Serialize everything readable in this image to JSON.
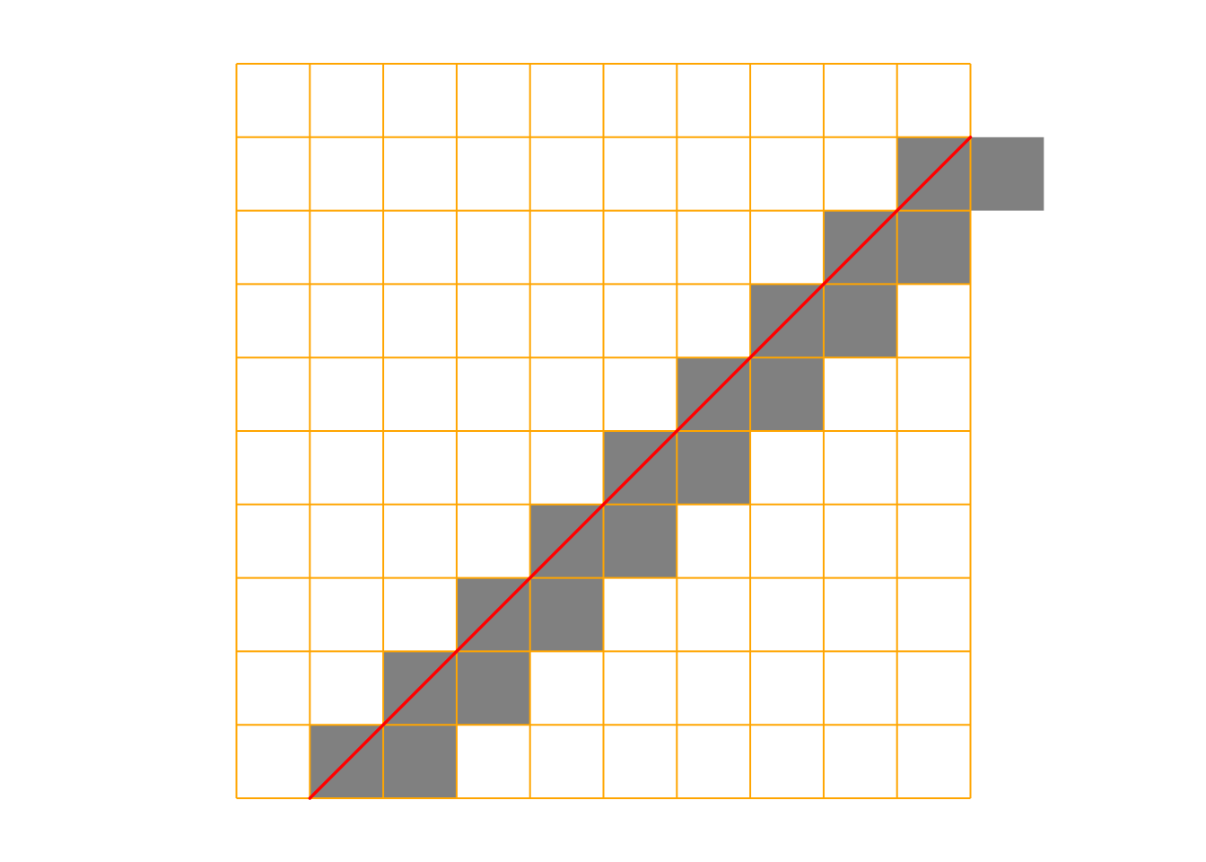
{
  "grid": {
    "columns": 10,
    "rows": 10,
    "line_color": "#FFA500",
    "background_color": "#FFFFFF"
  },
  "shaded_cells": {
    "fill_color": "#808080",
    "cells": [
      [
        1,
        0
      ],
      [
        2,
        0
      ],
      [
        2,
        1
      ],
      [
        3,
        1
      ],
      [
        3,
        2
      ],
      [
        4,
        2
      ],
      [
        4,
        3
      ],
      [
        5,
        3
      ],
      [
        5,
        4
      ],
      [
        6,
        4
      ],
      [
        6,
        5
      ],
      [
        7,
        5
      ],
      [
        7,
        6
      ],
      [
        8,
        6
      ],
      [
        8,
        7
      ],
      [
        9,
        7
      ],
      [
        9,
        8
      ],
      [
        10,
        8
      ]
    ]
  },
  "segment": {
    "start": [
      1,
      0
    ],
    "end": [
      10,
      9
    ],
    "color": "#FF0000"
  }
}
